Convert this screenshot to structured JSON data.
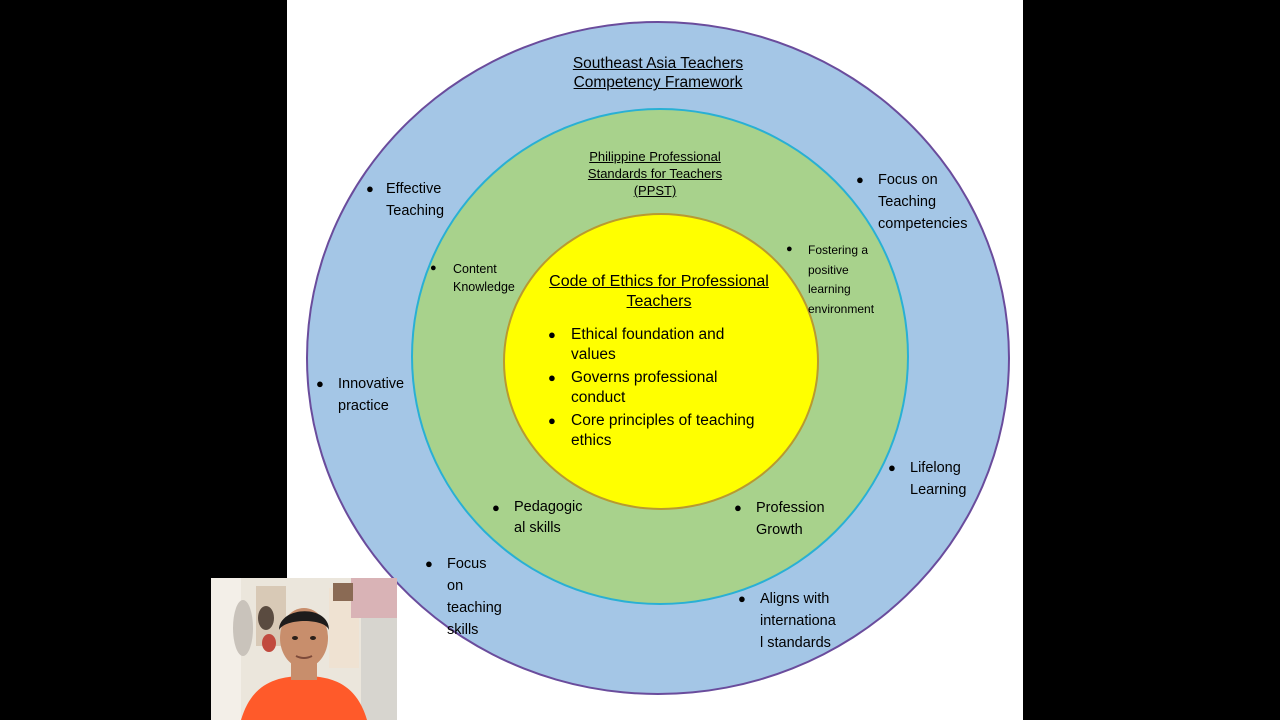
{
  "diagram": {
    "outer": {
      "title": "Southeast Asia Teachers\nCompetency Framework",
      "bullets": [
        {
          "text": "Effective\nTeaching"
        },
        {
          "text": "Focus on\nTeaching\ncompetencies"
        },
        {
          "text": "Innovative\npractice"
        },
        {
          "text": "Lifelong\nLearning"
        },
        {
          "text": "Focus on\nteaching\nskills"
        },
        {
          "text": "Aligns with\ninternationa\nl standards"
        }
      ]
    },
    "middle": {
      "title": "Philippine Professional\nStandards for Teachers\n(PPST)",
      "bullets": [
        {
          "text": "Content\nKnowledge"
        },
        {
          "text": "Fostering a\npositive\nlearning\nenvironment"
        },
        {
          "text": "Pedagogic\nal skills"
        },
        {
          "text": "Profession\nGrowth"
        }
      ]
    },
    "inner": {
      "title": "Code of Ethics for Professional\nTeachers",
      "bullets": [
        {
          "text": "Ethical foundation and\nvalues"
        },
        {
          "text": "Governs professional\nconduct"
        },
        {
          "text": "Core principles of teaching\nethics"
        }
      ]
    },
    "colors": {
      "outer_fill": "#a4c6e6",
      "outer_border": "#6a4c9c",
      "middle_fill": "#a8d28c",
      "middle_border": "#29b0d4",
      "inner_fill": "#ffff00",
      "background": "#000000",
      "slide": "#ffffff"
    },
    "bullet_symbol": "●"
  },
  "webcam": {
    "shirt_color": "#ff5a2a",
    "skin_color": "#c88e6c"
  }
}
